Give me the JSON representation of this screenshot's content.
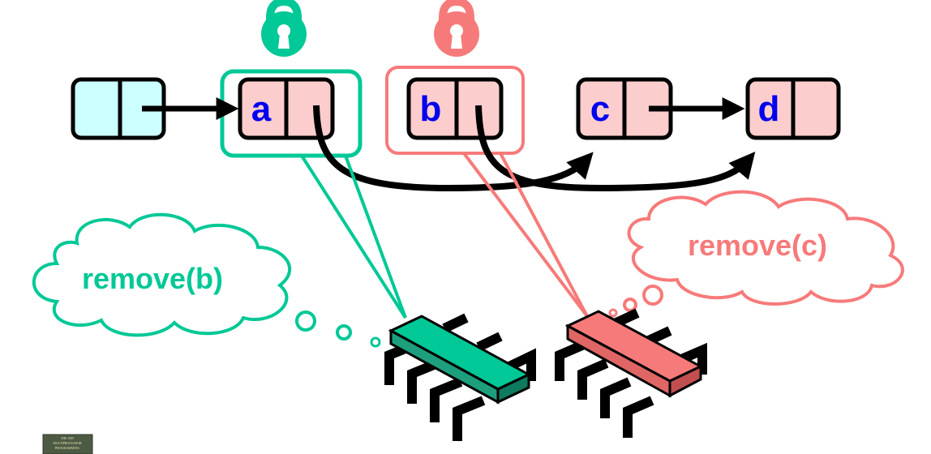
{
  "nodes": {
    "head": "",
    "a": "a",
    "b": "b",
    "c": "c",
    "d": "d"
  },
  "threads": {
    "green": {
      "call": "remove(b)"
    },
    "red": {
      "call": "remove(c)"
    }
  },
  "colors": {
    "green": "#00c896",
    "red": "#f77a7a",
    "node_fill": "#fbcdcd",
    "head_fill": "#ccffff",
    "label_blue": "#0000ee",
    "arrow": "#000000"
  },
  "icons": [
    "padlock-icon",
    "thought-cloud-icon",
    "cpu-chip-icon",
    "book-cover-icon"
  ],
  "book": {
    "line1": "THE ART",
    "line2": "MULTIPROCESSOR",
    "line3": "PROGRAMMING"
  }
}
